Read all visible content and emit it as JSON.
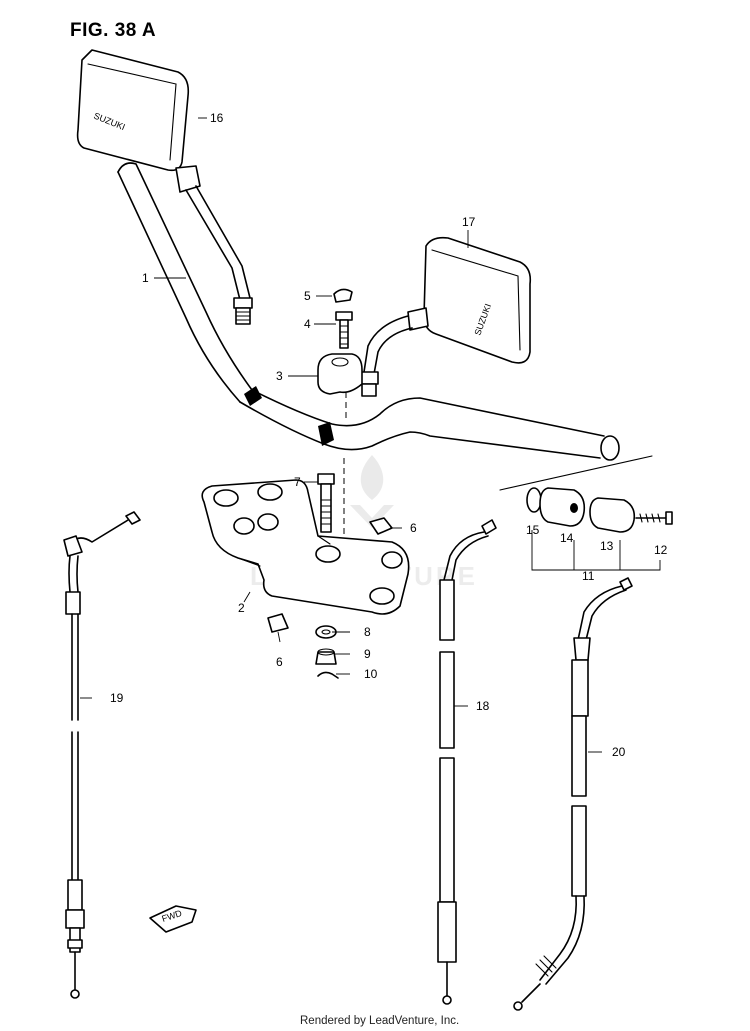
{
  "figure": {
    "title": "FIG. 38 A",
    "credit": "Rendered by LeadVenture, Inc.",
    "watermark": "LEADVENTURE"
  },
  "mirror_brand": "SUZUKI",
  "fwd_arrow": "FWD",
  "callouts": {
    "c1": "1",
    "c2": "2",
    "c3": "3",
    "c4": "4",
    "c5": "5",
    "c6a": "6",
    "c6b": "6",
    "c7": "7",
    "c8": "8",
    "c9": "9",
    "c10": "10",
    "c11": "11",
    "c12": "12",
    "c13": "13",
    "c14": "14",
    "c15": "15",
    "c16": "16",
    "c17": "17",
    "c18": "18",
    "c19": "19",
    "c20": "20"
  }
}
